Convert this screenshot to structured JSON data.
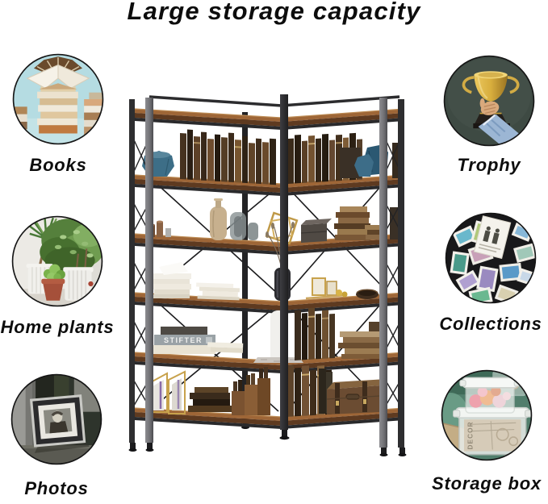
{
  "title": "Large storage capacity",
  "callouts": {
    "left": [
      {
        "label": "Books"
      },
      {
        "label": "Home plants"
      },
      {
        "label": "Photos"
      }
    ],
    "right": [
      {
        "label": "Trophy"
      },
      {
        "label": "Collections"
      },
      {
        "label": "Storage box"
      }
    ]
  },
  "shelf": {
    "book_spine_text": "STIFTER",
    "storage_box_text": "DECOR"
  },
  "colors": {
    "background": "#ffffff",
    "text": "#0d0d0d",
    "wood_top": "#9e6637",
    "wood_edge": "#5e3a20",
    "metal_dark": "#2a2a2c",
    "metal_light": "#86868a",
    "accent_teal": "#b5dce2",
    "accent_gold": "#c8a24c"
  }
}
